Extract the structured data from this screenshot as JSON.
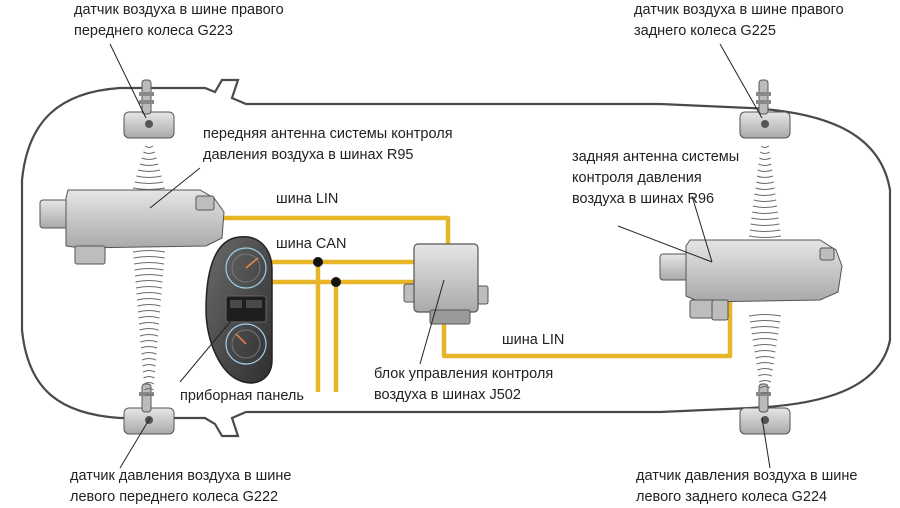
{
  "labels": {
    "fr_sensor": [
      "датчик воздуха в шине правого",
      "переднего колеса G223"
    ],
    "rr_sensor": [
      "датчик воздуха в шине правого",
      "заднего колеса G225"
    ],
    "front_antenna": [
      "передняя антенна системы контроля",
      "давления воздуха в шинах R95"
    ],
    "rear_antenna": [
      "задняя антенна системы",
      "контроля давления",
      "воздуха в шинах R96"
    ],
    "lin_bus_top": "шина LIN",
    "can_bus": "шина CAN",
    "lin_bus_bottom": "шина LIN",
    "control_unit": [
      "блок управления контроля",
      "воздуха в шинах J502"
    ],
    "instrument_panel": "приборная панель",
    "fl_sensor": [
      "датчик давления воздуха в шине",
      "левого переднего колеса G222"
    ],
    "rl_sensor": [
      "датчик давления воздуха в шине",
      "левого заднего колеса G224"
    ]
  },
  "colors": {
    "bus_wire": "#e8b428",
    "car_outline": "#4a4a4a",
    "component": "#c9c9c9",
    "text": "#222222"
  }
}
